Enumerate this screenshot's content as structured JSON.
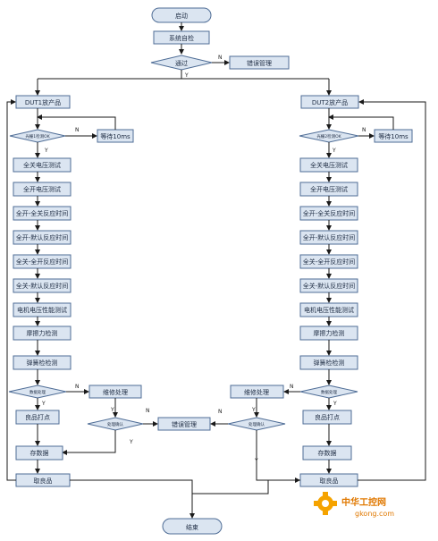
{
  "flow": {
    "start": "启动",
    "self_check": "系统自检",
    "pass": "通过",
    "error_mgmt_top": "错误管理",
    "error_mgmt_mid": "错误管理",
    "end": "结束"
  },
  "left": {
    "dut_load": "DUT1放产品",
    "loaded_check": "光栅1检测OK",
    "wait": "等待10ms",
    "steps": [
      "全关电压测试",
      "全开电压测试",
      "全开-全关反应时间",
      "全开-默认反应时间",
      "全关-全开反应时间",
      "全关-默认反应时间",
      "电机电压性能测试",
      "摩擦力检测",
      "弹簧检检测"
    ],
    "data_check": "数据处理",
    "repair": "维修处理",
    "repair_confirm": "处理确认",
    "good_mark": "良品打点",
    "save_data": "存数据",
    "take_good": "取良品"
  },
  "right": {
    "dut_load": "DUT2放产品",
    "loaded_check": "光栅2检测OK",
    "wait": "等待10ms",
    "steps": [
      "全关电压测试",
      "全开电压测试",
      "全开-全关反应时间",
      "全开-默认反应时间",
      "全关-全开反应时间",
      "全关-默认反应时间",
      "电机电压性能测试",
      "摩擦力检测",
      "弹簧检检测"
    ],
    "data_check": "数据处理",
    "repair": "维修处理",
    "repair_confirm": "处理确认",
    "good_mark": "良品打点",
    "save_data": "存数据",
    "take_good": "取良品"
  },
  "yn": {
    "yes": "Y",
    "no": "N"
  },
  "watermark": {
    "cn": "中华工控网",
    "en": "gkong.com"
  }
}
